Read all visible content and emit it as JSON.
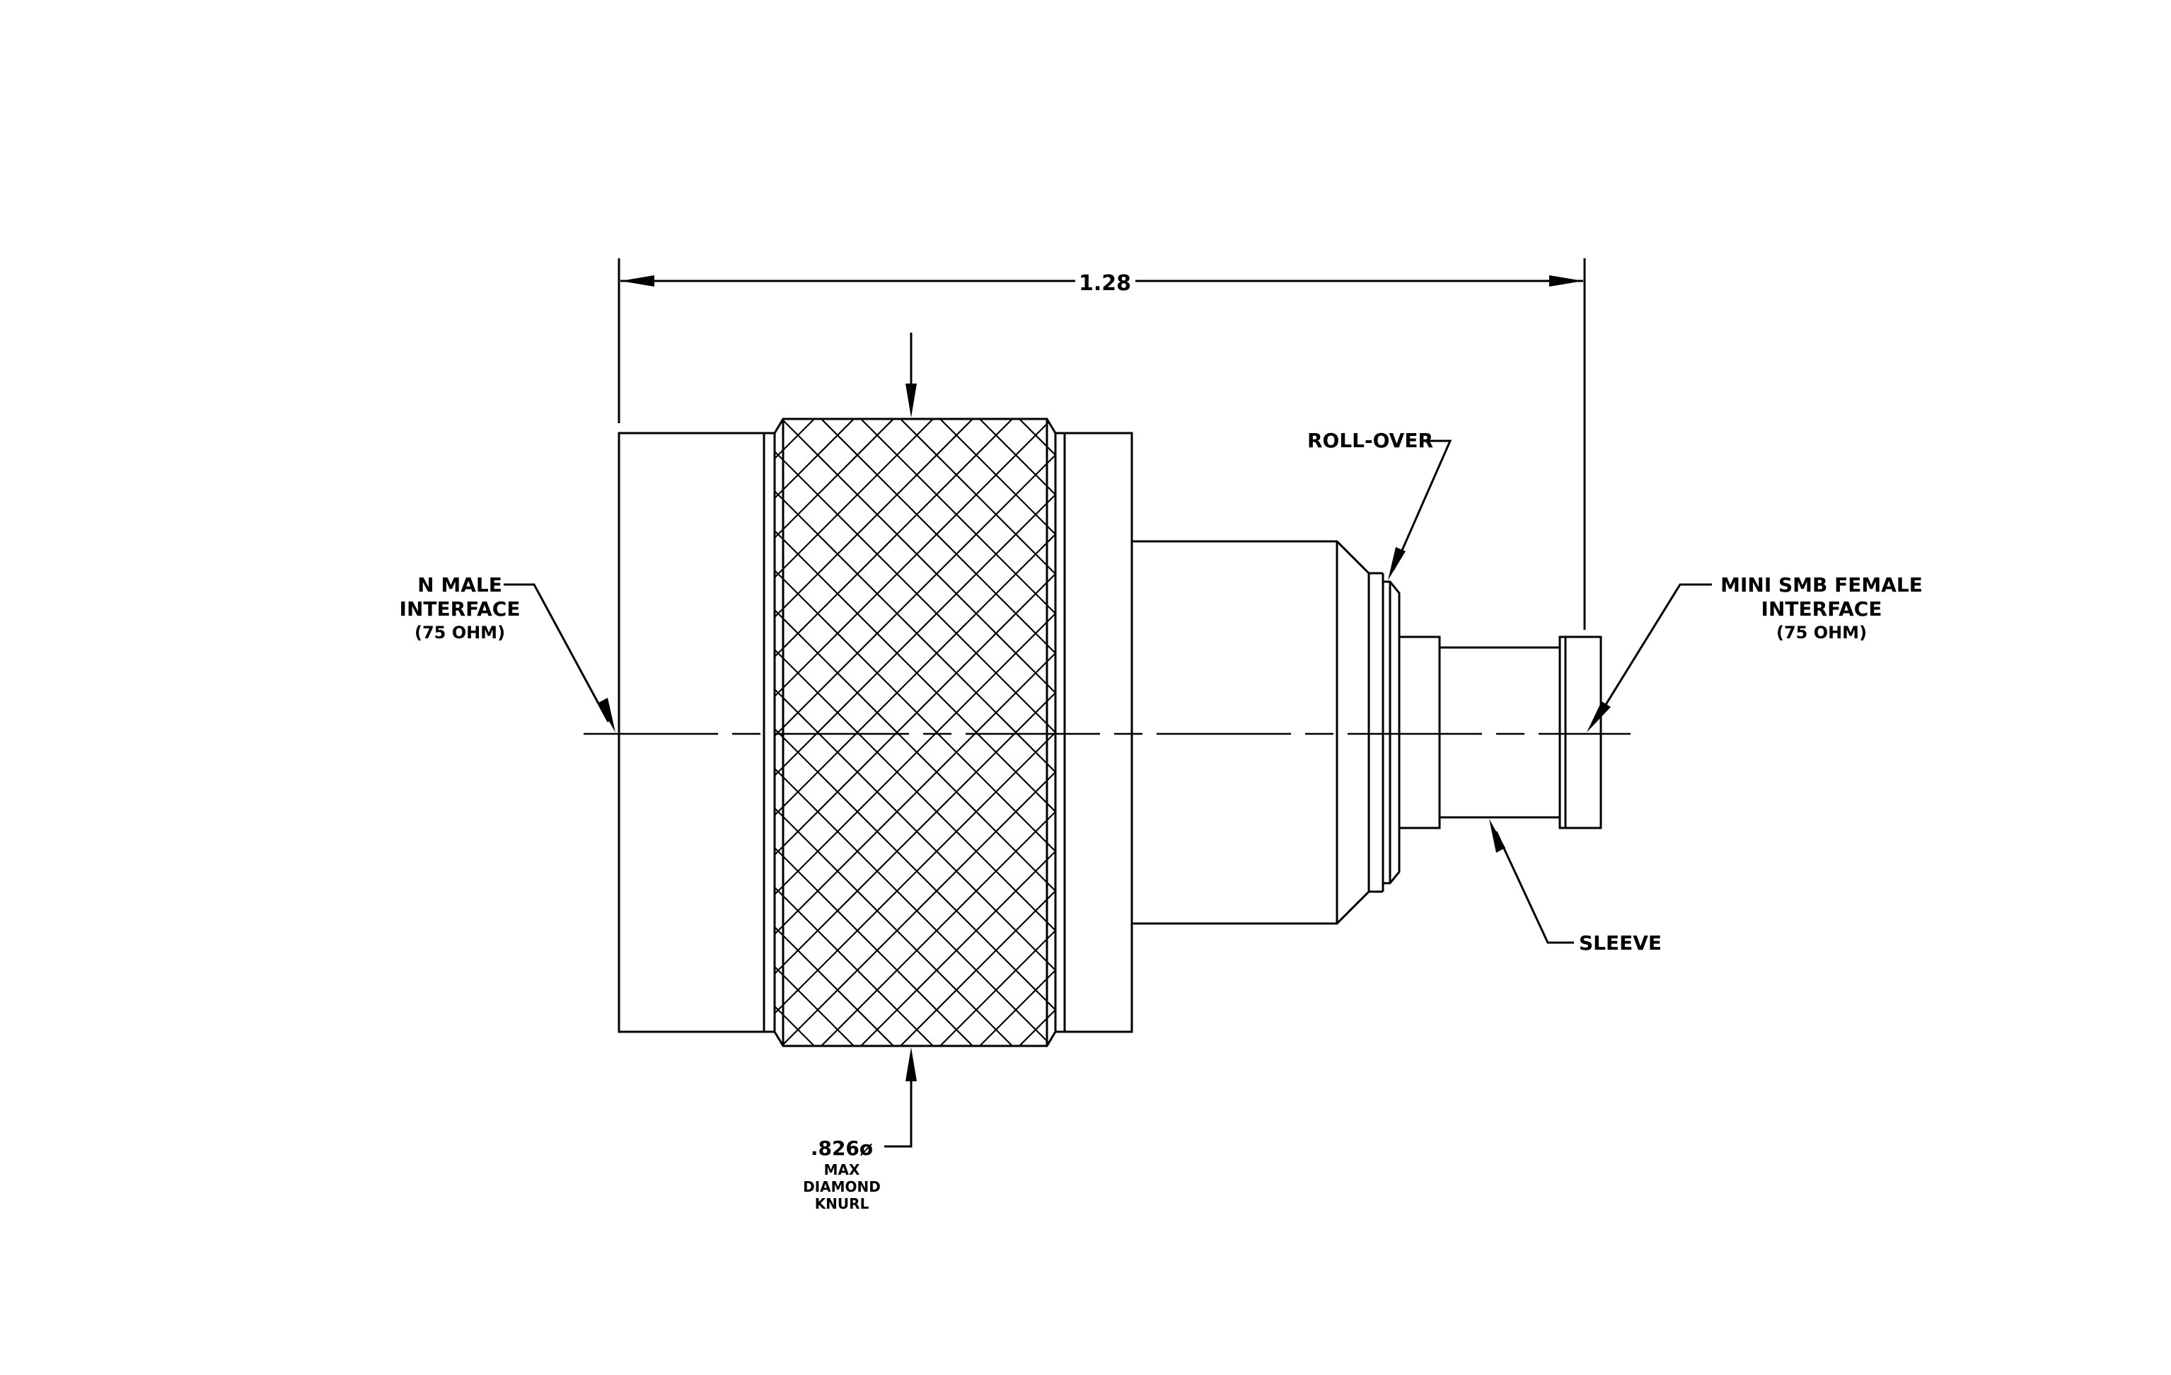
{
  "drawing": {
    "overall_length": "1.28",
    "callouts": {
      "n_male": [
        "N MALE",
        "INTERFACE",
        "(75 OHM)"
      ],
      "mini_smb": [
        "MINI SMB FEMALE",
        "INTERFACE",
        "(75 OHM)"
      ],
      "roll_over": "ROLL-OVER",
      "sleeve": "SLEEVE",
      "knurl": [
        ".826ø",
        "MAX",
        "DIAMOND",
        "KNURL"
      ]
    },
    "colors": {
      "line": "#000000",
      "background": "#ffffff"
    }
  }
}
